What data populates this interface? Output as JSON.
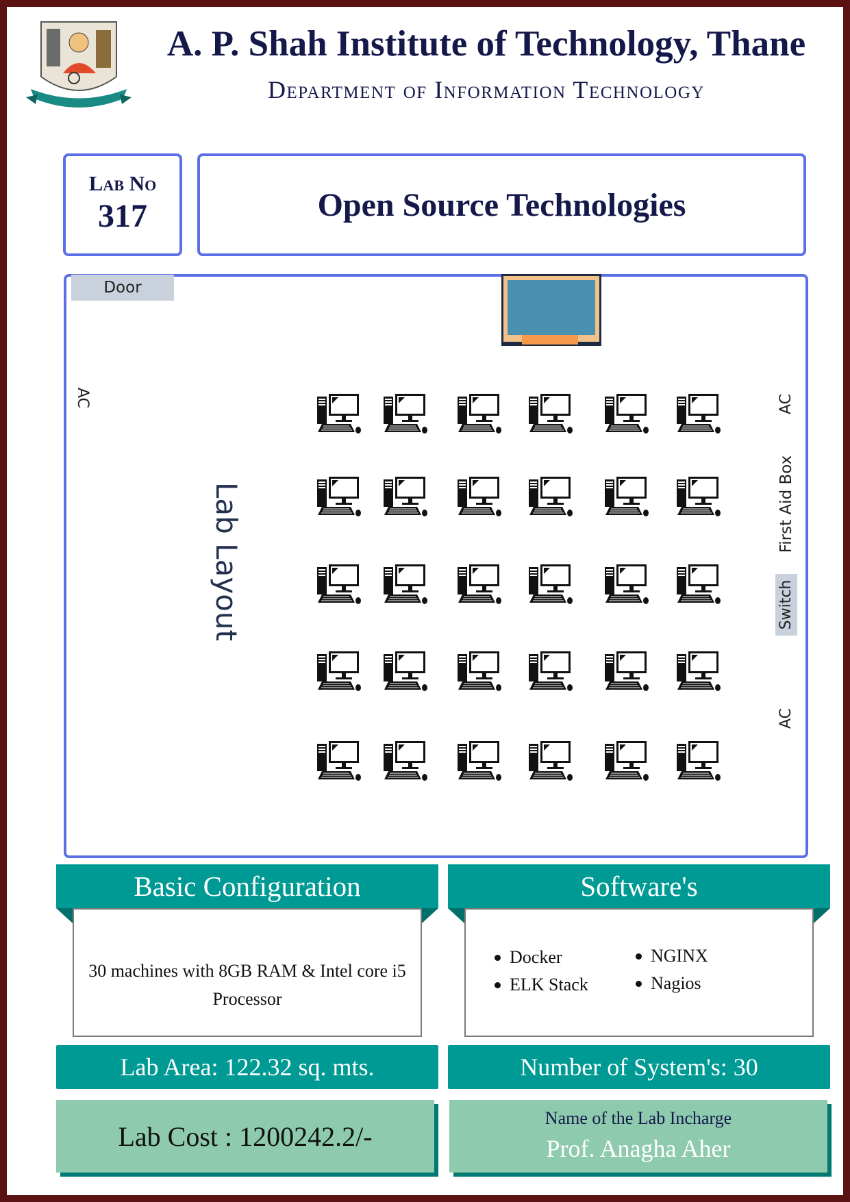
{
  "header": {
    "institute": "A. P. Shah Institute of Technology, Thane",
    "department": "Department of Information Technology"
  },
  "lab": {
    "number_label": "Lab No",
    "number": "317",
    "subject": "Open Source Technologies"
  },
  "layout": {
    "door": "Door",
    "ac_left": "AC",
    "title": "Lab Layout",
    "ac_right_top": "AC",
    "first_aid": "First Aid Box",
    "switch": "Switch",
    "ac_right_bottom": "AC",
    "computer_icon": "desktop-computer-icon",
    "computer_count": 30,
    "colors": {
      "board": "#4a90b0",
      "board_frame": "#f2c089",
      "board_ledge": "#f59a4a"
    }
  },
  "config": {
    "title": "Basic Configuration",
    "text": "30 machines with 8GB RAM & Intel core i5 Processor"
  },
  "software": {
    "title": "Software's",
    "items_left": [
      "Docker",
      "ELK Stack"
    ],
    "items_right": [
      "NGINX",
      "Nagios"
    ]
  },
  "area": {
    "text": "Lab Area: 122.32 sq. mts."
  },
  "systems": {
    "text": "Number of System's: 30"
  },
  "cost": {
    "text": "Lab Cost : 1200242.2/-"
  },
  "incharge": {
    "label": "Name of the Lab Incharge",
    "name": "Prof. Anagha Aher"
  },
  "colors": {
    "frame": "#5a1212",
    "navy": "#14194a",
    "blue_border": "#5b6fe6",
    "teal": "#009a94",
    "mint": "#8ecaae"
  }
}
